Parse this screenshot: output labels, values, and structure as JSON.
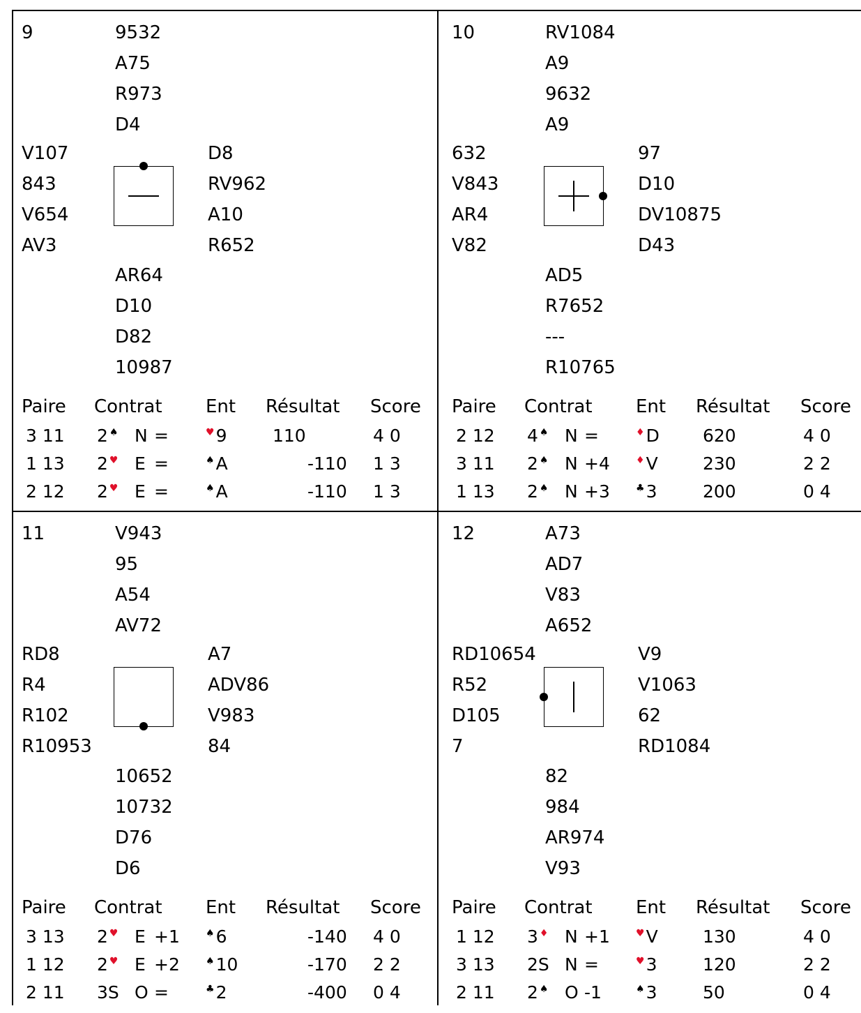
{
  "headers": {
    "paire": "Paire",
    "contrat": "Contrat",
    "ent": "Ent",
    "resultat": "Résultat",
    "score": "Score"
  },
  "boards": [
    {
      "number": "9",
      "north": [
        "9532",
        "A75",
        "R973",
        "D4"
      ],
      "west": [
        "V107",
        "843",
        "V654",
        "AV3"
      ],
      "east": [
        "D8",
        "RV962",
        "A10",
        "R652"
      ],
      "south": [
        "AR64",
        "D10",
        "D82",
        "10987"
      ],
      "dealer": "N",
      "vul": "EW",
      "results": [
        {
          "paire": "3 11",
          "level": "2",
          "suit": "♠",
          "suit_red": false,
          "decl": "N",
          "tricks": "=",
          "lead_suit": "♥",
          "lead_red": true,
          "lead": "9",
          "result": "110",
          "score": "4 0"
        },
        {
          "paire": "1 13",
          "level": "2",
          "suit": "♥",
          "suit_red": true,
          "decl": "E",
          "tricks": "=",
          "lead_suit": "♠",
          "lead_red": false,
          "lead": "A",
          "result": "-110",
          "score": "1 3"
        },
        {
          "paire": "2 12",
          "level": "2",
          "suit": "♥",
          "suit_red": true,
          "decl": "E",
          "tricks": "=",
          "lead_suit": "♠",
          "lead_red": false,
          "lead": "A",
          "result": "-110",
          "score": "1 3"
        }
      ]
    },
    {
      "number": "10",
      "north": [
        "RV1084",
        "A9",
        "9632",
        "A9"
      ],
      "west": [
        "632",
        "V843",
        "AR4",
        "V82"
      ],
      "east": [
        "97",
        "D10",
        "DV10875",
        "D43"
      ],
      "south": [
        "AD5",
        "R7652",
        "---",
        "R10765"
      ],
      "dealer": "E",
      "vul": "ALL",
      "results": [
        {
          "paire": "2 12",
          "level": "4",
          "suit": "♠",
          "suit_red": false,
          "decl": "N",
          "tricks": "=",
          "lead_suit": "♦",
          "lead_red": true,
          "lead": "D",
          "result": "620",
          "score": "4 0"
        },
        {
          "paire": "3 11",
          "level": "2",
          "suit": "♠",
          "suit_red": false,
          "decl": "N",
          "tricks": "+4",
          "lead_suit": "♦",
          "lead_red": true,
          "lead": "V",
          "result": "230",
          "score": "2 2"
        },
        {
          "paire": "1 13",
          "level": "2",
          "suit": "♠",
          "suit_red": false,
          "decl": "N",
          "tricks": "+3",
          "lead_suit": "♣",
          "lead_red": false,
          "lead": "3",
          "result": "200",
          "score": "0 4"
        }
      ]
    },
    {
      "number": "11",
      "north": [
        "V943",
        "95",
        "A54",
        "AV72"
      ],
      "west": [
        "RD8",
        "R4",
        "R102",
        "R10953"
      ],
      "east": [
        "A7",
        "ADV86",
        "V983",
        "84"
      ],
      "south": [
        "10652",
        "10732",
        "D76",
        "D6"
      ],
      "dealer": "S",
      "vul": "NONE",
      "results": [
        {
          "paire": "3 13",
          "level": "2",
          "suit": "♥",
          "suit_red": true,
          "decl": "E",
          "tricks": "+1",
          "lead_suit": "♠",
          "lead_red": false,
          "lead": "6",
          "result": "-140",
          "score": "4 0"
        },
        {
          "paire": "1 12",
          "level": "2",
          "suit": "♥",
          "suit_red": true,
          "decl": "E",
          "tricks": "+2",
          "lead_suit": "♠",
          "lead_red": false,
          "lead": "10",
          "result": "-170",
          "score": "2 2"
        },
        {
          "paire": "2 11",
          "level": "3S",
          "suit": "",
          "suit_red": false,
          "decl": "O",
          "tricks": "=",
          "lead_suit": "♣",
          "lead_red": false,
          "lead": "2",
          "result": "-400",
          "score": "0 4"
        }
      ]
    },
    {
      "number": "12",
      "north": [
        "A73",
        "AD7",
        "V83",
        "A652"
      ],
      "west": [
        "RD10654",
        "R52",
        "D105",
        "7"
      ],
      "east": [
        "V9",
        "V1063",
        "62",
        "RD1084"
      ],
      "south": [
        "82",
        "984",
        "AR974",
        "V93"
      ],
      "dealer": "W",
      "vul": "NS",
      "results": [
        {
          "paire": "1 12",
          "level": "3",
          "suit": "♦",
          "suit_red": true,
          "decl": "N",
          "tricks": "+1",
          "lead_suit": "♥",
          "lead_red": true,
          "lead": "V",
          "result": "130",
          "score": "4 0"
        },
        {
          "paire": "3 13",
          "level": "2S",
          "suit": "",
          "suit_red": false,
          "decl": "N",
          "tricks": "=",
          "lead_suit": "♥",
          "lead_red": true,
          "lead": "3",
          "result": "120",
          "score": "2 2"
        },
        {
          "paire": "2 11",
          "level": "2",
          "suit": "♠",
          "suit_red": false,
          "decl": "O",
          "tricks": "-1",
          "lead_suit": "♠",
          "lead_red": false,
          "lead": "3",
          "result": "50",
          "score": "0 4"
        }
      ]
    }
  ]
}
